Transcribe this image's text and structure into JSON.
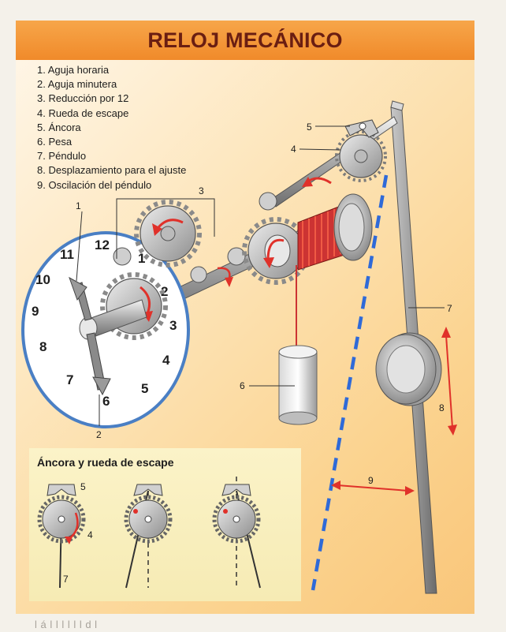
{
  "title": "RELOJ MECÁNICO",
  "legend": [
    "1. Aguja horaria",
    "2. Aguja minutera",
    "3. Reducción por 12",
    "4. Rueda de escape",
    "5. Áncora",
    "6. Pesa",
    "7. Péndulo",
    "8. Desplazamiento para el ajuste",
    "9. Oscilación del péndulo"
  ],
  "callouts": {
    "c1": "1",
    "c2": "2",
    "c3": "3",
    "c4": "4",
    "c5": "5",
    "c6": "6",
    "c7": "7",
    "c8": "8",
    "c9": "9"
  },
  "dial_numbers": {
    "n12": "12",
    "n1": "1",
    "n2": "2",
    "n3": "3",
    "n4": "4",
    "n5": "5",
    "n6": "6",
    "n7": "7",
    "n8": "8",
    "n9": "9",
    "n10": "10",
    "n11": "11"
  },
  "inset": {
    "title": "Áncora y rueda de escape",
    "label_5": "5",
    "label_4": "4",
    "label_7": "7"
  },
  "footer": "l á l   l   l     l   l  l d l",
  "colors": {
    "title_bar": "#f08a2a",
    "title_text": "#6a1e12",
    "dial_ring": "#4a7fc4",
    "arrow_red": "#e0312a",
    "dashed_blue": "#2f6ad8"
  }
}
